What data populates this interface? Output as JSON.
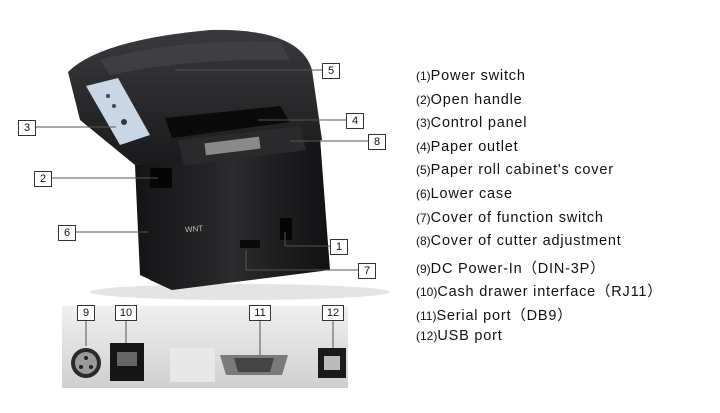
{
  "callouts": [
    "1",
    "2",
    "3",
    "4",
    "5",
    "6",
    "7",
    "8",
    "9",
    "10",
    "11",
    "12"
  ],
  "legend": [
    {
      "num": "(1)",
      "text": "Power switch"
    },
    {
      "num": "(2)",
      "text": "Open handle"
    },
    {
      "num": "(3)",
      "text": "Control panel"
    },
    {
      "num": "(4)",
      "text": "Paper outlet"
    },
    {
      "num": "(5)",
      "text": "Paper roll cabinet's cover"
    },
    {
      "num": "(6)",
      "text": "Lower case"
    },
    {
      "num": "(7)",
      "text": "Cover of function switch"
    },
    {
      "num": "(8)",
      "text": "Cover of cutter adjustment"
    },
    {
      "num": "(9)",
      "text": "DC Power-In（DIN-3P）"
    },
    {
      "num": "(10)",
      "text": "Cash drawer interface（RJ11）"
    },
    {
      "num": "(11)",
      "text": "Serial port（DB9）"
    },
    {
      "num": "(12)",
      "text": "USB port"
    }
  ],
  "printer": {
    "brand": "WNT"
  },
  "colors": {
    "printer_body": "#1c1c1e",
    "panel": "#c9d6e6",
    "port_strip": "#d8d8d8"
  }
}
